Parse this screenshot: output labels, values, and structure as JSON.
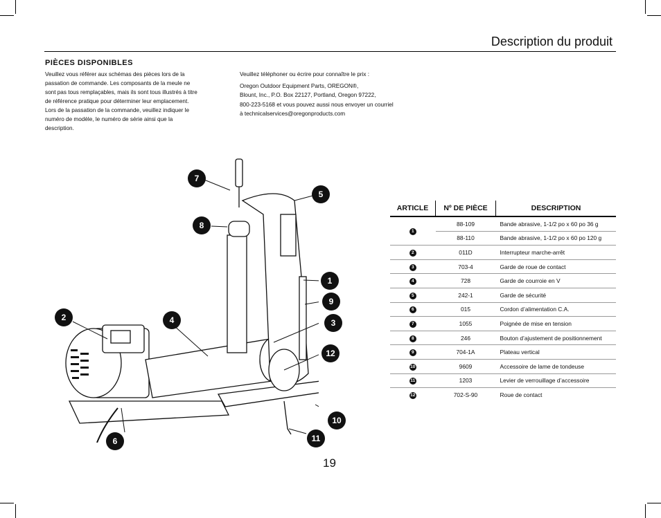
{
  "page": {
    "title": "Description du produit",
    "section_heading": "PIÈCES DISPONIBLES",
    "left_paragraph": "Veuillez vous référer aux schémas des pièces lors de la passation de commande. Les composants de la meule ne sont pas tous remplaçables, mais ils sont tous illustrés à titre de référence pratique pour déterminer leur emplacement. Lors de la passation de la commande, veuillez indiquer le numéro de modèle, le numéro de série ainsi que la description.",
    "right_paragraph": {
      "line1": "Veuillez téléphoner ou écrire pour connaître le prix :",
      "line2": "Oregon Outdoor Equipment Parts, OREGON®,",
      "line3": "Blount, Inc., P.O. Box 22127, Portland, Oregon 97222,",
      "line4": "800-223-5168 et vous pouvez aussi nous envoyer un courriel",
      "line5": "à technicalservices@oregonproducts.com"
    },
    "page_number": "19"
  },
  "table": {
    "headers": {
      "article": "ARTICLE",
      "part_no": "Nº DE PIÈCE",
      "description": "DESCRIPTION"
    },
    "rows": [
      {
        "article": "1",
        "part_no": "88-109",
        "description": "Bande abrasive, 1-1/2 po x 60 po 36 g"
      },
      {
        "article": "",
        "part_no": "88-110",
        "description": "Bande abrasive, 1-1/2 po x 60 po 120 g"
      },
      {
        "article": "2",
        "part_no": "011D",
        "description": "Interrupteur marche-arrêt"
      },
      {
        "article": "3",
        "part_no": "703-4",
        "description": "Garde de roue de contact"
      },
      {
        "article": "4",
        "part_no": "728",
        "description": "Garde de courroie en V"
      },
      {
        "article": "5",
        "part_no": "242-1",
        "description": "Garde de sécurité"
      },
      {
        "article": "6",
        "part_no": "015",
        "description": "Cordon d’alimentation C.A."
      },
      {
        "article": "7",
        "part_no": "1055",
        "description": "Poignée de mise en tension"
      },
      {
        "article": "8",
        "part_no": "246",
        "description": "Bouton d’ajustement de positionnement"
      },
      {
        "article": "9",
        "part_no": "704-1A",
        "description": "Plateau vertical"
      },
      {
        "article": "10",
        "part_no": "9609",
        "description": "Accessoire de lame de tondeuse"
      },
      {
        "article": "11",
        "part_no": "1203",
        "description": "Levier de verrouillage d’accessoire"
      },
      {
        "article": "12",
        "part_no": "702-S-90",
        "description": "Roue de contact"
      }
    ]
  },
  "callouts": [
    "7",
    "5",
    "8",
    "1",
    "9",
    "2",
    "4",
    "3",
    "12",
    "10",
    "6",
    "11"
  ]
}
